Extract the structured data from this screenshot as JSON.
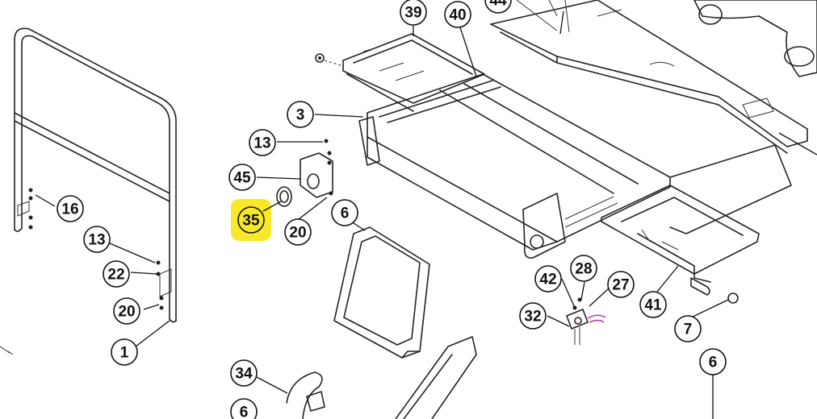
{
  "colors": {
    "highlight": "#f7e92a",
    "line": "#111111",
    "wire": "#b4359a"
  },
  "callouts": [
    {
      "id": "c39",
      "label": "39",
      "highlighted": false
    },
    {
      "id": "c40",
      "label": "40",
      "highlighted": false
    },
    {
      "id": "c44",
      "label": "44",
      "highlighted": false
    },
    {
      "id": "c3",
      "label": "3",
      "highlighted": false
    },
    {
      "id": "c13a",
      "label": "13",
      "highlighted": false
    },
    {
      "id": "c45",
      "label": "45",
      "highlighted": false
    },
    {
      "id": "c35",
      "label": "35",
      "highlighted": true
    },
    {
      "id": "c20a",
      "label": "20",
      "highlighted": false
    },
    {
      "id": "c6a",
      "label": "6",
      "highlighted": false
    },
    {
      "id": "c16",
      "label": "16",
      "highlighted": false
    },
    {
      "id": "c13b",
      "label": "13",
      "highlighted": false
    },
    {
      "id": "c22",
      "label": "22",
      "highlighted": false
    },
    {
      "id": "c20b",
      "label": "20",
      "highlighted": false
    },
    {
      "id": "c1",
      "label": "1",
      "highlighted": false
    },
    {
      "id": "c42",
      "label": "42",
      "highlighted": false
    },
    {
      "id": "c28",
      "label": "28",
      "highlighted": false
    },
    {
      "id": "c27",
      "label": "27",
      "highlighted": false
    },
    {
      "id": "c41",
      "label": "41",
      "highlighted": false
    },
    {
      "id": "c32",
      "label": "32",
      "highlighted": false
    },
    {
      "id": "c7",
      "label": "7",
      "highlighted": false
    },
    {
      "id": "c6b",
      "label": "6",
      "highlighted": false
    },
    {
      "id": "c34",
      "label": "34",
      "highlighted": false
    },
    {
      "id": "c6c",
      "label": "6",
      "highlighted": false
    }
  ]
}
